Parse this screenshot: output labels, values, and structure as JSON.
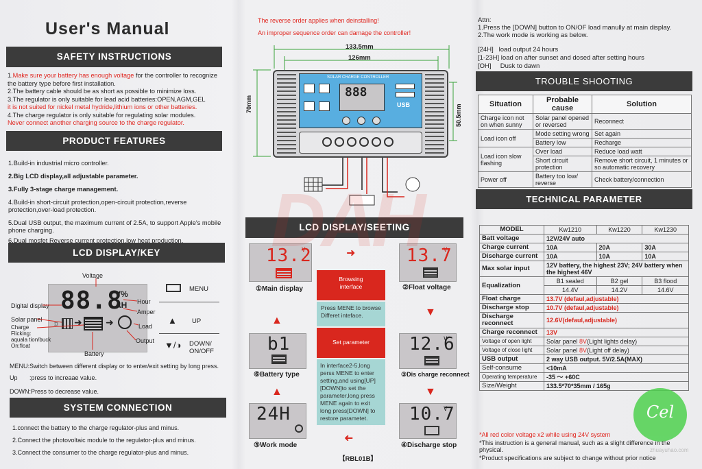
{
  "left": {
    "title": "User's Manual",
    "safety_header": "SAFETY INSTRUCTIONS",
    "safety": [
      {
        "n": "1.",
        "red": "Make sure your battery has enough voltage",
        "text": " for the controller to recognize the battery type before first installation."
      },
      {
        "n": "2.",
        "red": "",
        "text": "The battery cable should be as short as possible to minimize loss."
      },
      {
        "n": "3.",
        "red": "",
        "text": "The regulator is only suitable for lead acid batteries:OPEN,AGM,GEL"
      },
      {
        "n": "",
        "red": "it is not suited for nickel metal hydride,lithium ions or other batteries.",
        "text": ""
      },
      {
        "n": "4.",
        "red": "",
        "text": "The charge regulator is only suitable for regulating solar modules."
      },
      {
        "n": "",
        "red": "Never connect another charging source to the charge regulator.",
        "text": ""
      }
    ],
    "features_header": "PRODUCT FEATURES",
    "features": [
      "1.Build-in industrial micro controller.",
      "2.Big LCD display,all adjustable parameter.",
      "3.Fully 3-stage  charge management.",
      "4.Build-in short-circuit protection,open-circuit protection,reverse protection,over-load protection.",
      "5.Dual USB output, the maximum current of 2.5A, to support Apple's mobile phone charging.",
      "6.Dual mosfet Reverse current protection,low heat production."
    ],
    "lcd_header": "LCD DISPLAY/KEY",
    "lcd_labels": {
      "voltage": "Voltage",
      "digital": "Digital display",
      "solar": "Solar panel",
      "charge": "Charge\nFlicking:\naquala tion/buck\nOn:float",
      "battery": "Battery",
      "hour": "Hour",
      "amper": "Amper",
      "load": "Load",
      "output": "Output",
      "digits": "88.8",
      "vpct": "V%",
      "ah": "AH"
    },
    "keys": [
      {
        "label": "MENU"
      },
      {
        "label": "UP"
      },
      {
        "label": "DOWN/\nON/OFF"
      }
    ],
    "menu_text": "MENU:Switch between different display or to enter/exit setting by long press.",
    "up_text": "Up       :press to increaae value.",
    "down_text": "DOWN:Press to decrease value.",
    "system_header": "SYSTEM CONNECTION",
    "system": [
      "1.connect the battery to the charge regulator-plus and minus.",
      "2.Connect the photovoltaic module to the regulator-plus and minus.",
      "3.Connect the consumer to the charge regulator-plus and minus."
    ]
  },
  "middle": {
    "warn1": "The reverse order applies when deinstalling!",
    "warn2": "An improper sequence order can damage the controller!",
    "dim_outer": "133.5mm",
    "dim_inner": "126mm",
    "dim_h1": "70mm",
    "dim_h2": "50.5mm",
    "device_label": "SOLAR CHARGE CONTROLLER",
    "device_digits": "888",
    "device_usb": "USB",
    "device_icons": [
      "MENU",
      "SET",
      "TIME",
      "FULL"
    ],
    "lcd_header": "LCD DISPLAY/SEETING",
    "screens": [
      {
        "value": "13.2",
        "unit": "V",
        "caption": "①Main display"
      },
      {
        "value": "13.7",
        "unit": "V",
        "caption": "②Float voltage"
      },
      {
        "value": "12.6",
        "unit": "V",
        "caption": "③Dis charge reconnect"
      },
      {
        "value": "10.7",
        "unit": "V",
        "caption": "④Discharge stop"
      },
      {
        "value": "24H",
        "unit": "",
        "caption": "⑤Work mode"
      },
      {
        "value": "b1",
        "unit": "",
        "caption": "⑥Battery type"
      }
    ],
    "browse": "Browsing\ninterface",
    "browse_desc": "Press MENE to browse\nDifferet inteface.",
    "set_param": "Set parameter",
    "set_desc": "In interface2-5,long perss MENE to enter setting,and using[UP][DOWN]to set the parameter,long press MENE again to exit long press[DOWN] to restore parametet.",
    "model_code": "【RBL01B】",
    "watermark": "DAH"
  },
  "right": {
    "attn": "Attn:",
    "attn1": "1.Press the [DOWN] button to ON/OF load manully at main display.",
    "attn2": "2.The work mode is working as below.",
    "modes": [
      {
        "k": "[24H]",
        "v": "load output 24 hours"
      },
      {
        "k": "[1-23H]",
        "v": "load on after sunset and dosed after setting hours"
      },
      {
        "k": "[OH]",
        "v": "Dusk to dawn"
      }
    ],
    "trouble_header": "TROUBLE SHOOTING",
    "trouble_cols": [
      "Situation",
      "Probable cause",
      "Solution"
    ],
    "trouble_rows": [
      [
        "Charge icon not on when sunny",
        "Solar panel opened or reversed",
        "Reconnect"
      ],
      [
        "Load icon off",
        "Mode setting wrong",
        "Set again"
      ],
      [
        "",
        "Battery low",
        "Recharge"
      ],
      [
        "Load icon slow flashing",
        "Over load",
        "Reduce load watt"
      ],
      [
        "",
        "Short circuit protection",
        "Remove short circuit, 1 minutes or so automatic recovery"
      ],
      [
        "Power off",
        "Battery too low/ reverse",
        "Check battery/connection"
      ]
    ],
    "tech_header": "TECHNICAL PARAMETER",
    "tech": {
      "model": "MODEL",
      "models": [
        "Kw1210",
        "Kw1220",
        "Kw1230"
      ],
      "batt_voltage": "Batt voltage",
      "batt_voltage_v": "12V/24V  auto",
      "charge_current": "Charge current",
      "cc": [
        "10A",
        "20A",
        "30A"
      ],
      "discharge_current": "Discharge current",
      "dc": [
        "10A",
        "10A",
        "10A"
      ],
      "max_solar": "Max solar input",
      "max_solar_v": "12V battery, the highest 23V; 24V battery when the highest 46V",
      "equalization": "Equalization",
      "eq_types": [
        "B1 sealed",
        "B2 gel",
        "B3 flood"
      ],
      "eq_vals": [
        "14.4V",
        "14.2V",
        "14.6V"
      ],
      "rows": [
        {
          "k": "Float charge",
          "v": "13.7V  (defaul,adjustable)",
          "red": true
        },
        {
          "k": "Discharge stop",
          "v": "10.7V  (defaul,adjustable)",
          "red": true
        },
        {
          "k": "Discharge reconnect",
          "v": "12.6V(defaul,adjustable)",
          "red": true
        },
        {
          "k": "Charge reconnect",
          "v": "13V",
          "red": true
        }
      ],
      "open_light": "Voltage of open light",
      "open_light_v1": "Solar panel ",
      "open_light_v2": "8V",
      "open_light_v3": "(Light lights delay)",
      "close_light": "Voltage of close light",
      "close_light_v1": "Solar panel ",
      "close_light_v2": "8V",
      "close_light_v3": "(Light off delay)",
      "usb": "USB output",
      "usb_v": "2 way USB output.  5V/2.5A(MAX)",
      "self": "Self-consume",
      "self_v": "<10mA",
      "temp": "Operating temperature",
      "temp_v": "-35 ～ +60C",
      "size": "Size/Weight",
      "size_v": "133.5*70*35mm  / 165g"
    },
    "note1": "*All red color voltage x2 while using 24V system",
    "note2": "*This instruction is a general manual, such as a slight difference in the physical.",
    "note3": "*Product specifications are subject to change without prior notice",
    "stamp_text": "Cel",
    "site": "zhuayuhao.com"
  },
  "colors": {
    "dark_bar": "#3b3b3b",
    "red": "#e0261f",
    "lcd_bg": "#c9c6c9",
    "device_blue": "#58aee0"
  }
}
